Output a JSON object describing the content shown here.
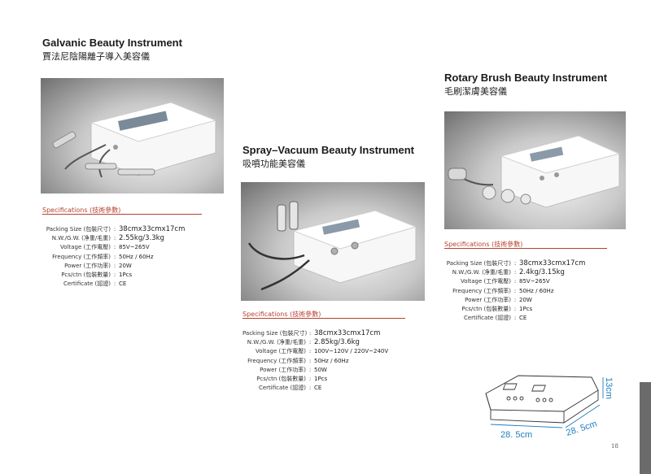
{
  "page": {
    "number": "18"
  },
  "products": [
    {
      "id": "galvanic",
      "title_en": "Galvanic Beauty Instrument",
      "title_cn": "賈法尼陰陽離子導入美容儀",
      "spec_heading": "Specifications (技術參數)",
      "specs": [
        {
          "label": "Packing Size (包裝尺寸)",
          "value": "38cmx33cmx17cm",
          "emph": true
        },
        {
          "label": "N.W./G.W. (净重/毛重)",
          "value": "2.55kg/3.3kg",
          "emph": true
        },
        {
          "label": "Voltage (工作電壓)",
          "value": "85V~265V",
          "emph": false
        },
        {
          "label": "Frequency (工作頻率)",
          "value": "50Hz / 60Hz",
          "emph": false
        },
        {
          "label": "Power (工作功率)",
          "value": "20W",
          "emph": false
        },
        {
          "label": "Pcs/ctn (包裝數量)",
          "value": "1Pcs",
          "emph": false
        },
        {
          "label": "Certificate (認證)",
          "value": "CE",
          "emph": false
        }
      ]
    },
    {
      "id": "spray",
      "title_en": "Spray–Vacuum Beauty Instrument",
      "title_cn": "吸噴功能美容儀",
      "spec_heading": "Specifications (技術參數)",
      "specs": [
        {
          "label": "Packing Size (包裝尺寸)",
          "value": "38cmx33cmx17cm",
          "emph": true
        },
        {
          "label": "N.W./G.W. (净重/毛重)",
          "value": "2.85kg/3.6kg",
          "emph": true
        },
        {
          "label": "Voltage (工作電壓)",
          "value": "100V~120V / 220V~240V",
          "emph": false
        },
        {
          "label": "Frequency (工作頻率)",
          "value": "50Hz / 60Hz",
          "emph": false
        },
        {
          "label": "Power (工作功率)",
          "value": "50W",
          "emph": false
        },
        {
          "label": "Pcs/ctn (包裝數量)",
          "value": "1Pcs",
          "emph": false
        },
        {
          "label": "Certificate (認證)",
          "value": "CE",
          "emph": false
        }
      ]
    },
    {
      "id": "rotary",
      "title_en": "Rotary  Brush  Beauty  Instrument",
      "title_cn": "毛刷潔膚美容儀",
      "spec_heading": "Specifications (技術參數)",
      "specs": [
        {
          "label": "Packing Size (包裝尺寸)",
          "value": "38cmx33cmx17cm",
          "emph": true
        },
        {
          "label": "N.W./G.W. (净重/毛重)",
          "value": "2.4kg/3.15kg",
          "emph": true
        },
        {
          "label": "Voltage (工作電壓)",
          "value": "85V~265V",
          "emph": false
        },
        {
          "label": "Frequency (工作頻率)",
          "value": "50Hz / 60Hz",
          "emph": false
        },
        {
          "label": "Power (工作功率)",
          "value": "20W",
          "emph": false
        },
        {
          "label": "Pcs/ctn (包裝數量)",
          "value": "1Pcs",
          "emph": false
        },
        {
          "label": "Certificate (認證)",
          "value": "CE",
          "emph": false
        }
      ]
    }
  ],
  "dimensions": {
    "width": "28. 5cm",
    "depth": "28. 5cm",
    "height": "13cm"
  },
  "colors": {
    "spec_accent": "#b5412f",
    "dimension_blue": "#1f7fc0"
  }
}
